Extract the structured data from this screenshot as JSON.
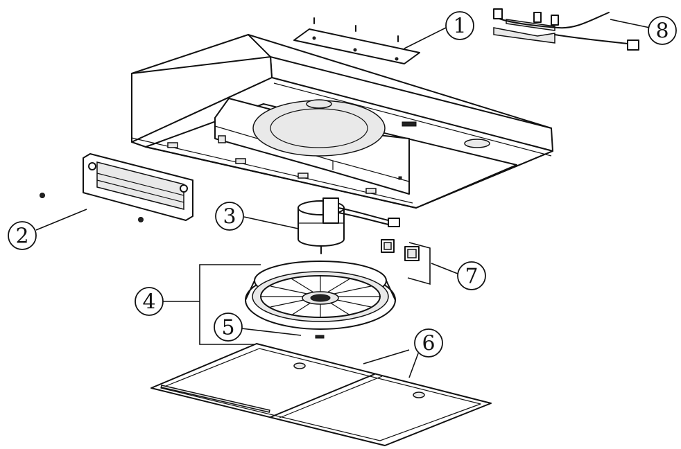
{
  "callouts": [
    {
      "id": "1",
      "label": "1"
    },
    {
      "id": "2",
      "label": "2"
    },
    {
      "id": "3",
      "label": "3"
    },
    {
      "id": "4",
      "label": "4"
    },
    {
      "id": "5",
      "label": "5"
    },
    {
      "id": "6",
      "label": "6"
    },
    {
      "id": "7",
      "label": "7"
    },
    {
      "id": "8",
      "label": "8"
    }
  ],
  "parts": [
    {
      "id": "top-cover-plate",
      "callout": "1"
    },
    {
      "id": "light-assembly",
      "callout": "2"
    },
    {
      "id": "motor",
      "callout": "3"
    },
    {
      "id": "blower-wheel-assembly",
      "callout": "4"
    },
    {
      "id": "fan-nut",
      "callout": "5"
    },
    {
      "id": "grease-filters",
      "callout": "6"
    },
    {
      "id": "switches",
      "callout": "7"
    },
    {
      "id": "wiring-harness",
      "callout": "8"
    }
  ],
  "colors": {
    "line": "#111111",
    "background": "#ffffff"
  }
}
